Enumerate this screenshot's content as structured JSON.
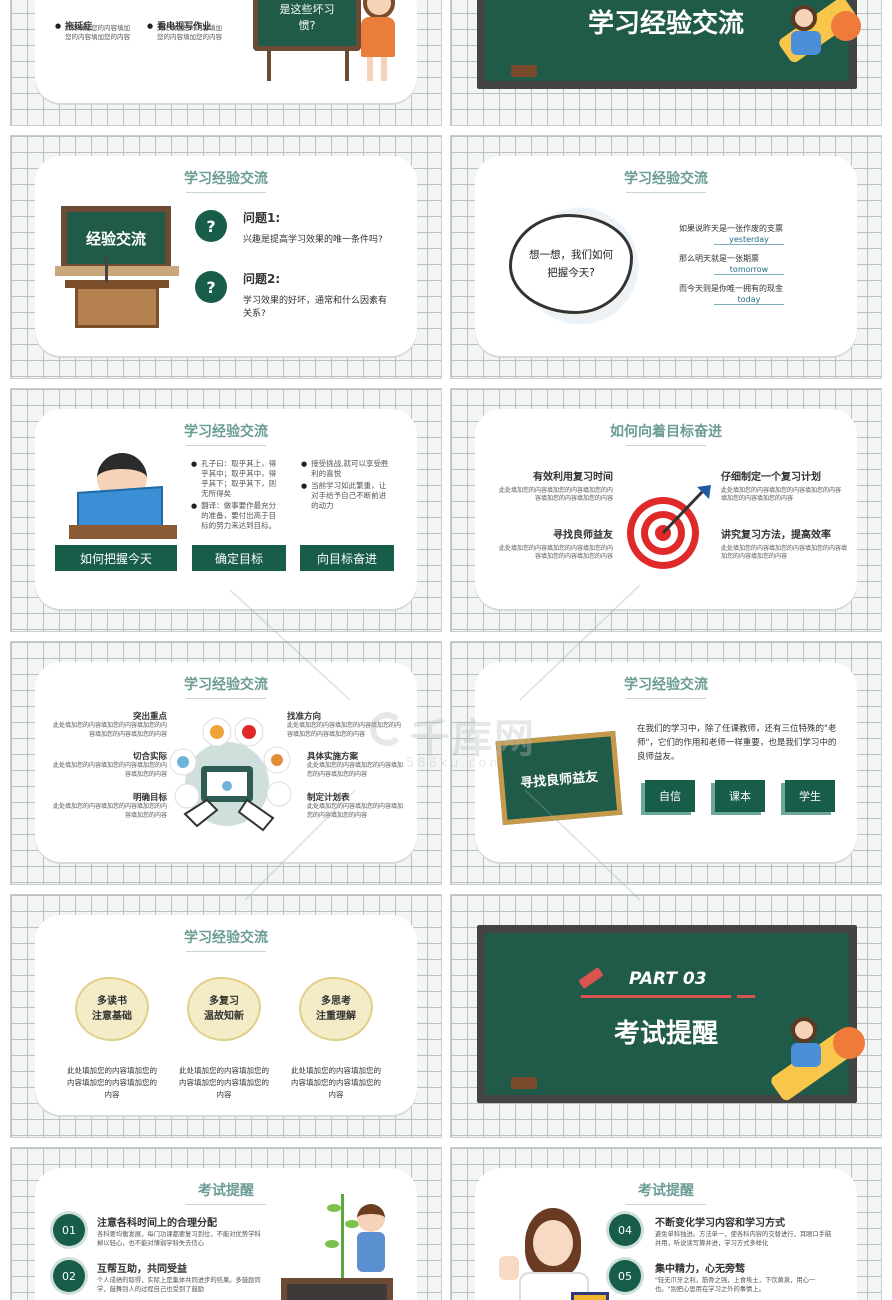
{
  "slide1": {
    "items": [
      {
        "title": "拖延症",
        "text": "此处填加您的内容填加您的内容填加您的内容"
      },
      {
        "title": "看电视写作业",
        "text": "此处填加您的内容填加您的内容填加您的内容"
      }
    ],
    "board_text": "是这些坏习惯?"
  },
  "slide2": {
    "title": "学习经验交流"
  },
  "slide3": {
    "title": "学习经验交流",
    "board": "经验交流",
    "questions": [
      {
        "mark": "?",
        "title": "问题1:",
        "text": "兴趣是提高学习效果的唯一条件吗?"
      },
      {
        "mark": "?",
        "title": "问题2:",
        "text": "学习效果的好坏，通常和什么因素有关系?"
      }
    ]
  },
  "slide4": {
    "title": "学习经验交流",
    "bubble": "想一想，我们如何把握今天?",
    "lines": [
      {
        "text": "如果说昨天是一张作废的支票",
        "word": "yesterday"
      },
      {
        "text": "那么明天就是一张期票",
        "word": "tomorrow"
      },
      {
        "text": "而今天则是你唯一拥有的现金",
        "word": "today"
      }
    ]
  },
  "slide5": {
    "title": "学习经验交流",
    "bullets_left": [
      "孔子曰：取乎其上，得乎其中；取乎其中，得乎其下；取乎其下，则无所得矣",
      "翻译：做事要作最充分的准备，要付出高于目标的努力来达到目标。"
    ],
    "bullets_right": [
      "接受挑战,就可以享受胜利的喜悦",
      "当前学习如此繁重，让对手给予自己不断前进的动力"
    ],
    "buttons": [
      "如何把握今天",
      "确定目标",
      "向目标奋进"
    ]
  },
  "slide6": {
    "title": "如何向着目标奋进",
    "items": [
      {
        "title": "有效利用复习时间",
        "text": "此处填加您的内容填加您的内容填加您的内容填加您的内容填加您的内容"
      },
      {
        "title": "仔细制定一个复习计划",
        "text": "此处填加您的内容填加您的内容填加您的内容填加您的内容填加您的内容"
      },
      {
        "title": "寻找良师益友",
        "text": "此处填加您的内容填加您的内容填加您的内容填加您的内容填加您的内容"
      },
      {
        "title": "讲究复习方法，提高效率",
        "text": "此处填加您的内容填加您的内容填加您的内容填加您的内容填加您的内容"
      }
    ]
  },
  "slide7": {
    "title": "学习经验交流",
    "left": [
      {
        "title": "突出重点",
        "text": "此处填加您的内容填加您的内容填加您的内容填加您的内容填加您的内容"
      },
      {
        "title": "切合实际",
        "text": "此处填加您的内容填加您的内容填加您的内容填加您的内容"
      },
      {
        "title": "明确目标",
        "text": "此处填加您的内容填加您的内容填加您的内容填加您的内容"
      }
    ],
    "right": [
      {
        "title": "找准方向",
        "text": "此处填加您的内容填加您的内容填加您的内容填加您的内容填加您的内容"
      },
      {
        "title": "具体实施方案",
        "text": "此处填加您的内容填加您的内容填加您的内容填加您的内容"
      },
      {
        "title": "制定计划表",
        "text": "此处填加您的内容填加您的内容填加您的内容填加您的内容"
      }
    ]
  },
  "slide8": {
    "title": "学习经验交流",
    "board": "寻找良师益友",
    "text": "在我们的学习中，除了任课教师，还有三位特殊的\"老师\"，它们的作用和老师一样重要，也是我们学习中的良师益友。",
    "tags": [
      "自信",
      "课本",
      "学生"
    ]
  },
  "slide9": {
    "title": "学习经验交流",
    "items": [
      {
        "line1": "多读书",
        "line2": "注意基础",
        "text": "此处填加您的内容填加您的内容填加您的内容填加您的内容"
      },
      {
        "line1": "多复习",
        "line2": "温故知新",
        "text": "此处填加您的内容填加您的内容填加您的内容填加您的内容"
      },
      {
        "line1": "多思考",
        "line2": "注重理解",
        "text": "此处填加您的内容填加您的内容填加您的内容填加您的内容"
      }
    ]
  },
  "slide10": {
    "part": "PART 03",
    "title": "考试提醒"
  },
  "slide11": {
    "title": "考试提醒",
    "items": [
      {
        "num": "01",
        "title": "注意各科时间上的合理分配",
        "text": "各科要均衡发展，每门功课都要复习到位，不能对优势学科掉以轻心，也不能对薄弱学科失去信心"
      },
      {
        "num": "02",
        "title": "互帮互助，共同受益",
        "text": "个人成绩的取得，实际上是集体共同进步的结果。多鼓励同学，鼓舞别人的过程自己也受到了鼓励"
      }
    ]
  },
  "slide12": {
    "title": "考试提醒",
    "items": [
      {
        "num": "04",
        "title": "不断变化学习内容和学习方式",
        "text": "避免单科独进。方法单一，使各科内容的交替进行，耳眼口手脑并用，听说读写算并进，学习方式多样化"
      },
      {
        "num": "05",
        "title": "集中精力，心无旁骛",
        "text": "\"轻无爪牙之利，筋骨之强，上食埃土，下饮黄泉，用心一也。\"别把心思用在学习之外的事情上。"
      }
    ]
  },
  "watermark": {
    "main": "千库网",
    "sub": "588ku.com"
  }
}
